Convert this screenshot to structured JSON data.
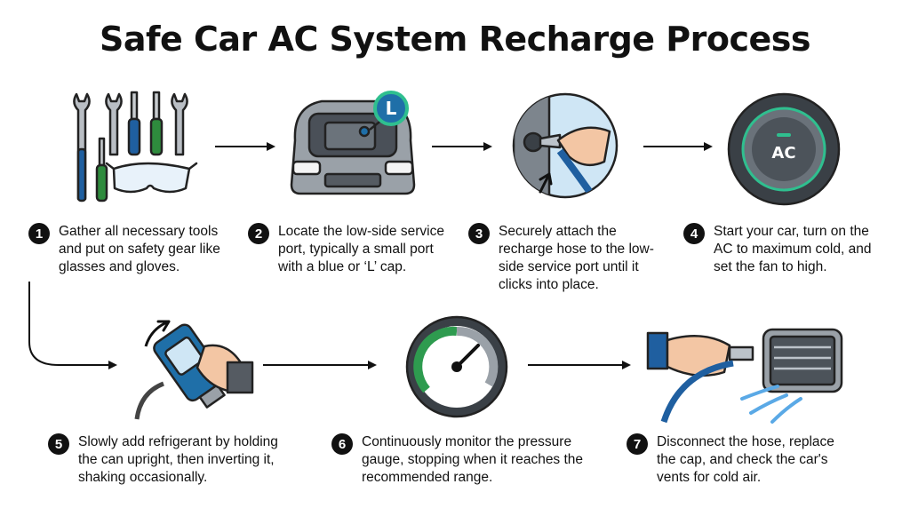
{
  "title": "Safe Car AC System Recharge Process",
  "icon_labels": {
    "low_side_marker": "L",
    "ac_button": "AC"
  },
  "steps": [
    {
      "number": "1",
      "text": "Gather all necessary tools and put on safety gear like glasses and gloves."
    },
    {
      "number": "2",
      "text": "Locate the low-side service port, typically a small port with a blue or ‘L’ cap."
    },
    {
      "number": "3",
      "text": "Securely attach the recharge hose to the low-side service port until it clicks into place."
    },
    {
      "number": "4",
      "text": "Start your car, turn on the AC to maximum cold, and set the fan to high."
    },
    {
      "number": "5",
      "text": "Slowly add refrigerant by holding the can upright, then inverting it, shaking occasionally."
    },
    {
      "number": "6",
      "text": "Continuously monitor the pressure gauge, stopping when it reaches the recommended range."
    },
    {
      "number": "7",
      "text": "Disconnect the hose, replace the cap, and check the car's vents for cold air."
    }
  ],
  "colors": {
    "service_port_blue": "#1f6fa8",
    "gauge_green": "#2e9b4f",
    "ac_glow": "#2fbf8f",
    "vent_air": "#5aa9e6"
  }
}
